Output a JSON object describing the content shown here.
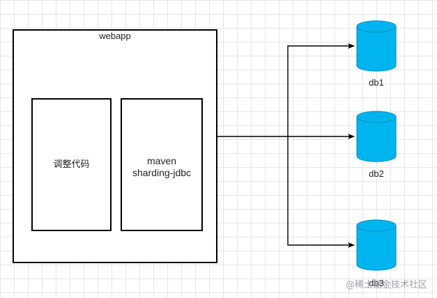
{
  "webapp": {
    "title": "webapp",
    "code_box": {
      "label": "调整代码"
    },
    "lib_box": {
      "line1": "maven",
      "line2": "sharding-jdbc"
    }
  },
  "databases": [
    {
      "label": "db1"
    },
    {
      "label": "db2"
    },
    {
      "label": "db3"
    }
  ],
  "watermark": "@稀土掘金技术社区",
  "colors": {
    "database_fill": "#00b4f0",
    "database_stroke": "#0096c8",
    "line": "#000000",
    "grid": "#e6e6e6"
  }
}
